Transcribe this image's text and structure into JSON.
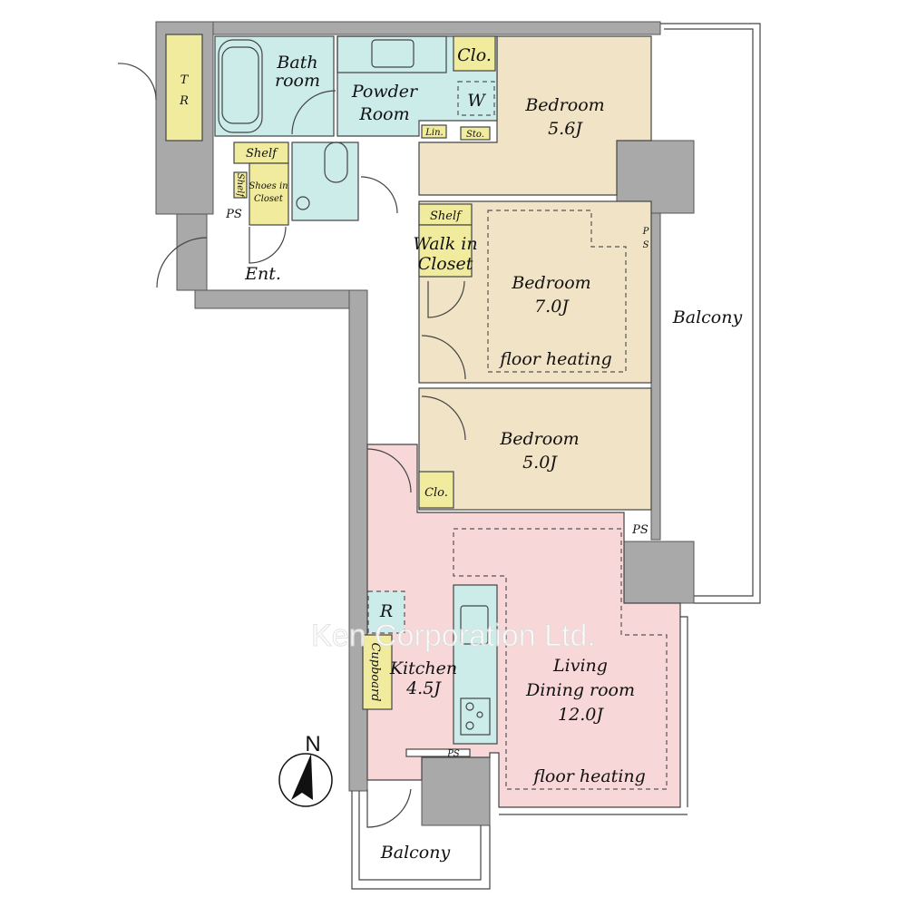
{
  "rooms": {
    "tr": [
      "T",
      "R"
    ],
    "bath": [
      "Bath",
      "room"
    ],
    "powder": [
      "Powder",
      "Room"
    ],
    "clo_top": "Clo.",
    "washer": "W",
    "linen": "Lin.",
    "storage": "Sto.",
    "bedroom1": {
      "name": "Bedroom",
      "size": "5.6J"
    },
    "shelf1": "Shelf",
    "shelf_small": "Shelf",
    "shoes_closet": [
      "Shoes in",
      "Closet"
    ],
    "ps_entry": "PS",
    "entrance": "Ent.",
    "wic_shelf": "Shelf",
    "wic": [
      "Walk in",
      "Closet"
    ],
    "ps_right": [
      "P",
      "S"
    ],
    "bedroom2": {
      "name": "Bedroom",
      "size": "7.0J",
      "note": "floor heating"
    },
    "balcony_right": "Balcony",
    "bedroom3": {
      "name": "Bedroom",
      "size": "5.0J"
    },
    "clo_bed3": "Clo.",
    "ps_mid": "PS",
    "fridge": "R",
    "cupboard": "Cupboard",
    "kitchen": {
      "name": "Kitchen",
      "size": "4.5J"
    },
    "living": {
      "name1": "Living",
      "name2": "Dining room",
      "size": "12.0J",
      "note": "floor heating"
    },
    "ps_kitchen": "PS",
    "balcony_bottom": "Balcony",
    "north": "N"
  },
  "watermark": "Ken Corporation Ltd.",
  "colors": {
    "wet": "#ccecea",
    "bedroom": "#f1e3c6",
    "living": "#f7d7d7",
    "storage": "#f1eb9e",
    "wall": "#a9a9a9"
  }
}
